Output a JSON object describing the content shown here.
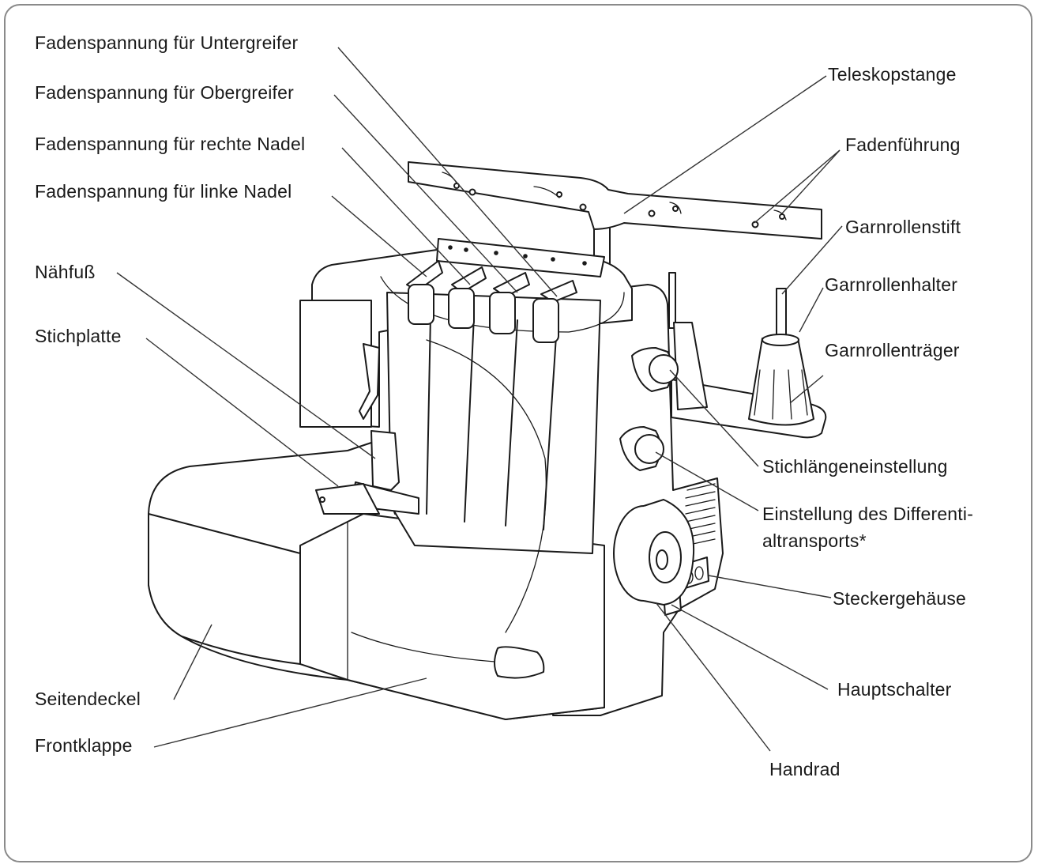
{
  "labels": {
    "fadenspannung_untergreifer": "Fadenspannung für Untergreifer",
    "fadenspannung_obergreifer": "Fadenspannung für Obergreifer",
    "fadenspannung_rechte_nadel": "Fadenspannung für rechte Nadel",
    "fadenspannung_linke_nadel": "Fadenspannung für linke Nadel",
    "naehfuss": "Nähfuß",
    "stichplatte": "Stichplatte",
    "seitendeckel": "Seitendeckel",
    "frontklappe": "Frontklappe",
    "teleskopstange": "Teleskopstange",
    "fadenfuehrung": "Fadenführung",
    "garnrollenstift": "Garnrollenstift",
    "garnrollenhalter": "Garnrollenhalter",
    "garnrollentraeger": "Garnrollenträger",
    "stichlaengeneinstellung": "Stichlängeneinstellung",
    "differential_line1": "Einstellung des Differenti-",
    "differential_line2": "altransports*",
    "steckergehaeuse": "Steckergehäuse",
    "hauptschalter": "Hauptschalter",
    "handrad": "Handrad"
  }
}
